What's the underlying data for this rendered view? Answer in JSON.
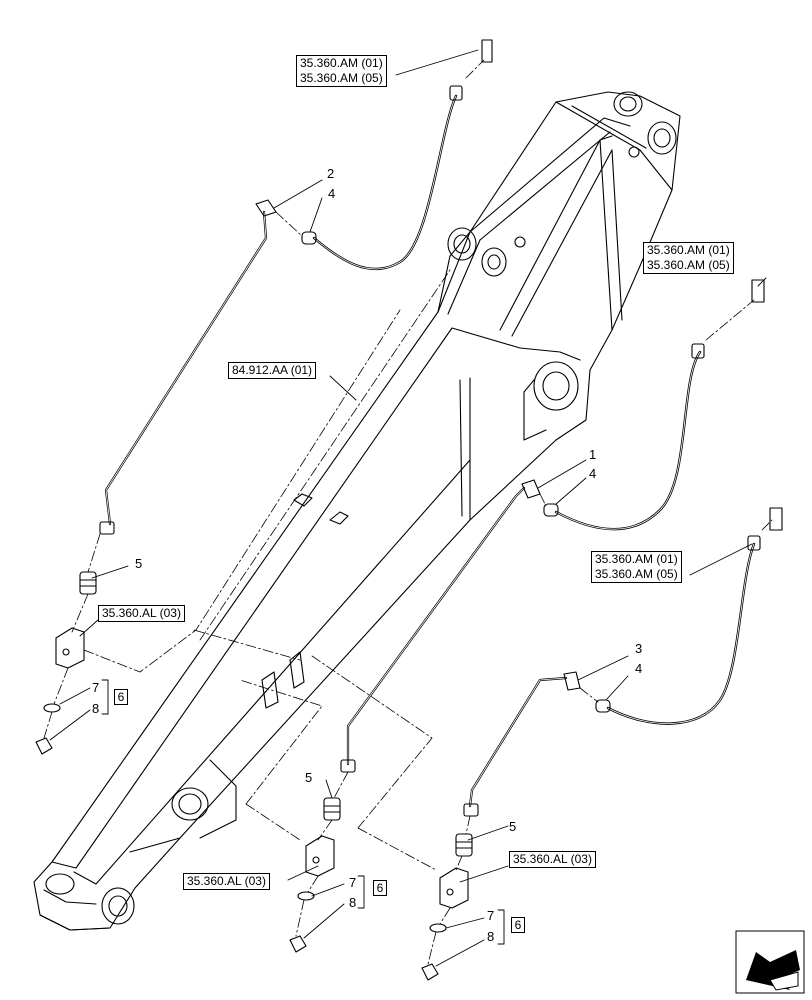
{
  "refs": {
    "top_am_01": "35.360.AM (01)",
    "top_am_05": "35.360.AM (05)",
    "mid_am_01": "35.360.AM (01)",
    "mid_am_05": "35.360.AM (05)",
    "low_am_01": "35.360.AM (01)",
    "low_am_05": "35.360.AM (05)",
    "boom": "84.912.AA (01)",
    "al_left": "35.360.AL (03)",
    "al_center": "35.360.AL (03)",
    "al_right": "35.360.AL (03)"
  },
  "items": {
    "n2": "2",
    "n4a": "4",
    "n1": "1",
    "n4b": "4",
    "n3": "3",
    "n4c": "4",
    "n5a": "5",
    "n5b": "5",
    "n5c": "5",
    "n7a": "7",
    "n8a": "8",
    "n7b": "7",
    "n8b": "8",
    "n7c": "7",
    "n8c": "8"
  },
  "kits": {
    "k_left": "6",
    "k_center": "6",
    "k_right": "6"
  },
  "icons": {
    "nav": "navigation-arrow-icon"
  },
  "colors": {
    "line": "#000000",
    "background": "#ffffff"
  }
}
